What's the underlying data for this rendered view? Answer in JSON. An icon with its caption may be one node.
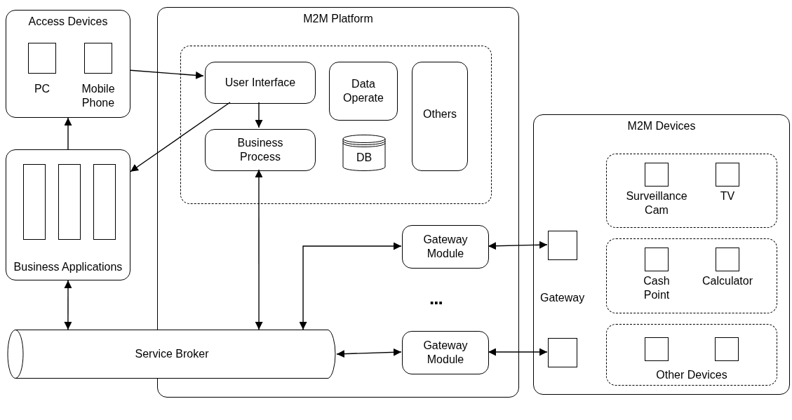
{
  "diagram": {
    "nodes": [
      {
        "text": [
          "Access Devices"
        ]
      },
      {
        "text": [
          "PC"
        ],
        "in": 0
      },
      {
        "text": [
          "Mobile Phone"
        ],
        "in": 0
      },
      {
        "text": [
          "Business Applications"
        ]
      },
      {
        "text": [],
        "shape": "box",
        "in": 3
      },
      {
        "text": [],
        "shape": "box",
        "in": 3
      },
      {
        "text": [],
        "shape": "box",
        "in": 3
      },
      {
        "text": [
          "M2M Platform"
        ]
      },
      {
        "text": [],
        "shape": "box",
        "in": 7
      },
      {
        "text": [
          "User Interface"
        ],
        "in": 8
      },
      {
        "text": [
          "Data Operate"
        ],
        "in": 8
      },
      {
        "text": [
          "Others"
        ],
        "in": 8
      },
      {
        "text": [
          "Business Process"
        ],
        "in": 8
      },
      {
        "text": [
          "DB"
        ],
        "in": 8
      },
      {
        "text": [
          "Gateway Module"
        ],
        "in": 7
      },
      {
        "text": [
          "Gateway Module"
        ],
        "in": 7
      },
      {
        "text": [
          "Service Broker"
        ]
      },
      {
        "text": [
          "M2M Devices"
        ]
      },
      {
        "text": [],
        "shape": "box",
        "in": 17
      },
      {
        "text": [
          "Surveillance Cam"
        ],
        "in": 18
      },
      {
        "text": [
          "TV"
        ],
        "in": 18
      },
      {
        "text": [],
        "shape": "box",
        "in": 17
      },
      {
        "text": [],
        "shape": "box",
        "in": 17
      },
      {
        "text": [
          "Cash Point"
        ],
        "in": 22
      },
      {
        "text": [
          "Calculator"
        ],
        "in": 22
      },
      {
        "text": [],
        "shape": "box",
        "in": 17
      },
      {
        "text": [
          "Other Devices"
        ],
        "in": 17
      },
      {
        "text": [],
        "shape": "box",
        "in": 26
      },
      {
        "text": [],
        "shape": "box",
        "in": 26
      }
    ],
    "edges": [
      {
        "from": 0,
        "to": 9,
        "arrow": "to"
      },
      {
        "from": 9,
        "to": 3,
        "arrow": "to"
      },
      {
        "from": 9,
        "to": 12,
        "arrow": "to"
      },
      {
        "from": 3,
        "to": 0,
        "arrow": "to"
      },
      {
        "from": 3,
        "to": 16,
        "arrow": "both"
      },
      {
        "from": 12,
        "to": 16,
        "arrow": "both"
      },
      {
        "from": 14,
        "to": 16,
        "arrow": "both"
      },
      {
        "from": 15,
        "to": 16,
        "arrow": "both"
      },
      {
        "from": 14,
        "to": 21,
        "arrow": "both"
      },
      {
        "from": 15,
        "to": 25,
        "arrow": "both"
      }
    ],
    "labels": [
      "...",
      "Gateway"
    ]
  }
}
